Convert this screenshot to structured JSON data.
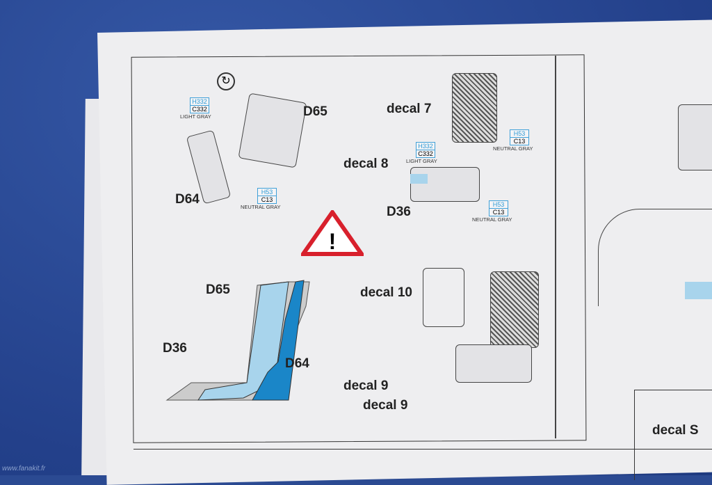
{
  "labels": {
    "d65_top": "D65",
    "d64_top": "D64",
    "decal7": "decal 7",
    "decal8": "decal 8",
    "d36_top": "D36",
    "decal10": "decal 10",
    "d65_side": "D65",
    "d36_side": "D36",
    "d64_side": "D64",
    "decal9a": "decal 9",
    "decal9b": "decal 9",
    "decal_s": "decal S"
  },
  "paints": [
    {
      "h": "H332",
      "c": "C332",
      "name": "LIGHT GRAY"
    },
    {
      "h": "H53",
      "c": "C13",
      "name": "NEUTRAL GRAY"
    },
    {
      "h": "H53",
      "c": "C13",
      "name": "NEUTRAL GRAY"
    },
    {
      "h": "H332",
      "c": "C332",
      "name": "LIGHT GRAY"
    },
    {
      "h": "H53",
      "c": "C13",
      "name": "NEUTRAL GRAY"
    }
  ],
  "watermark": "www.fanakit.fr",
  "colors": {
    "background": "#2b4a92",
    "accent_blue": "#1a86c8",
    "light_blue": "#a8d4ec",
    "warning_red": "#d8202c"
  }
}
